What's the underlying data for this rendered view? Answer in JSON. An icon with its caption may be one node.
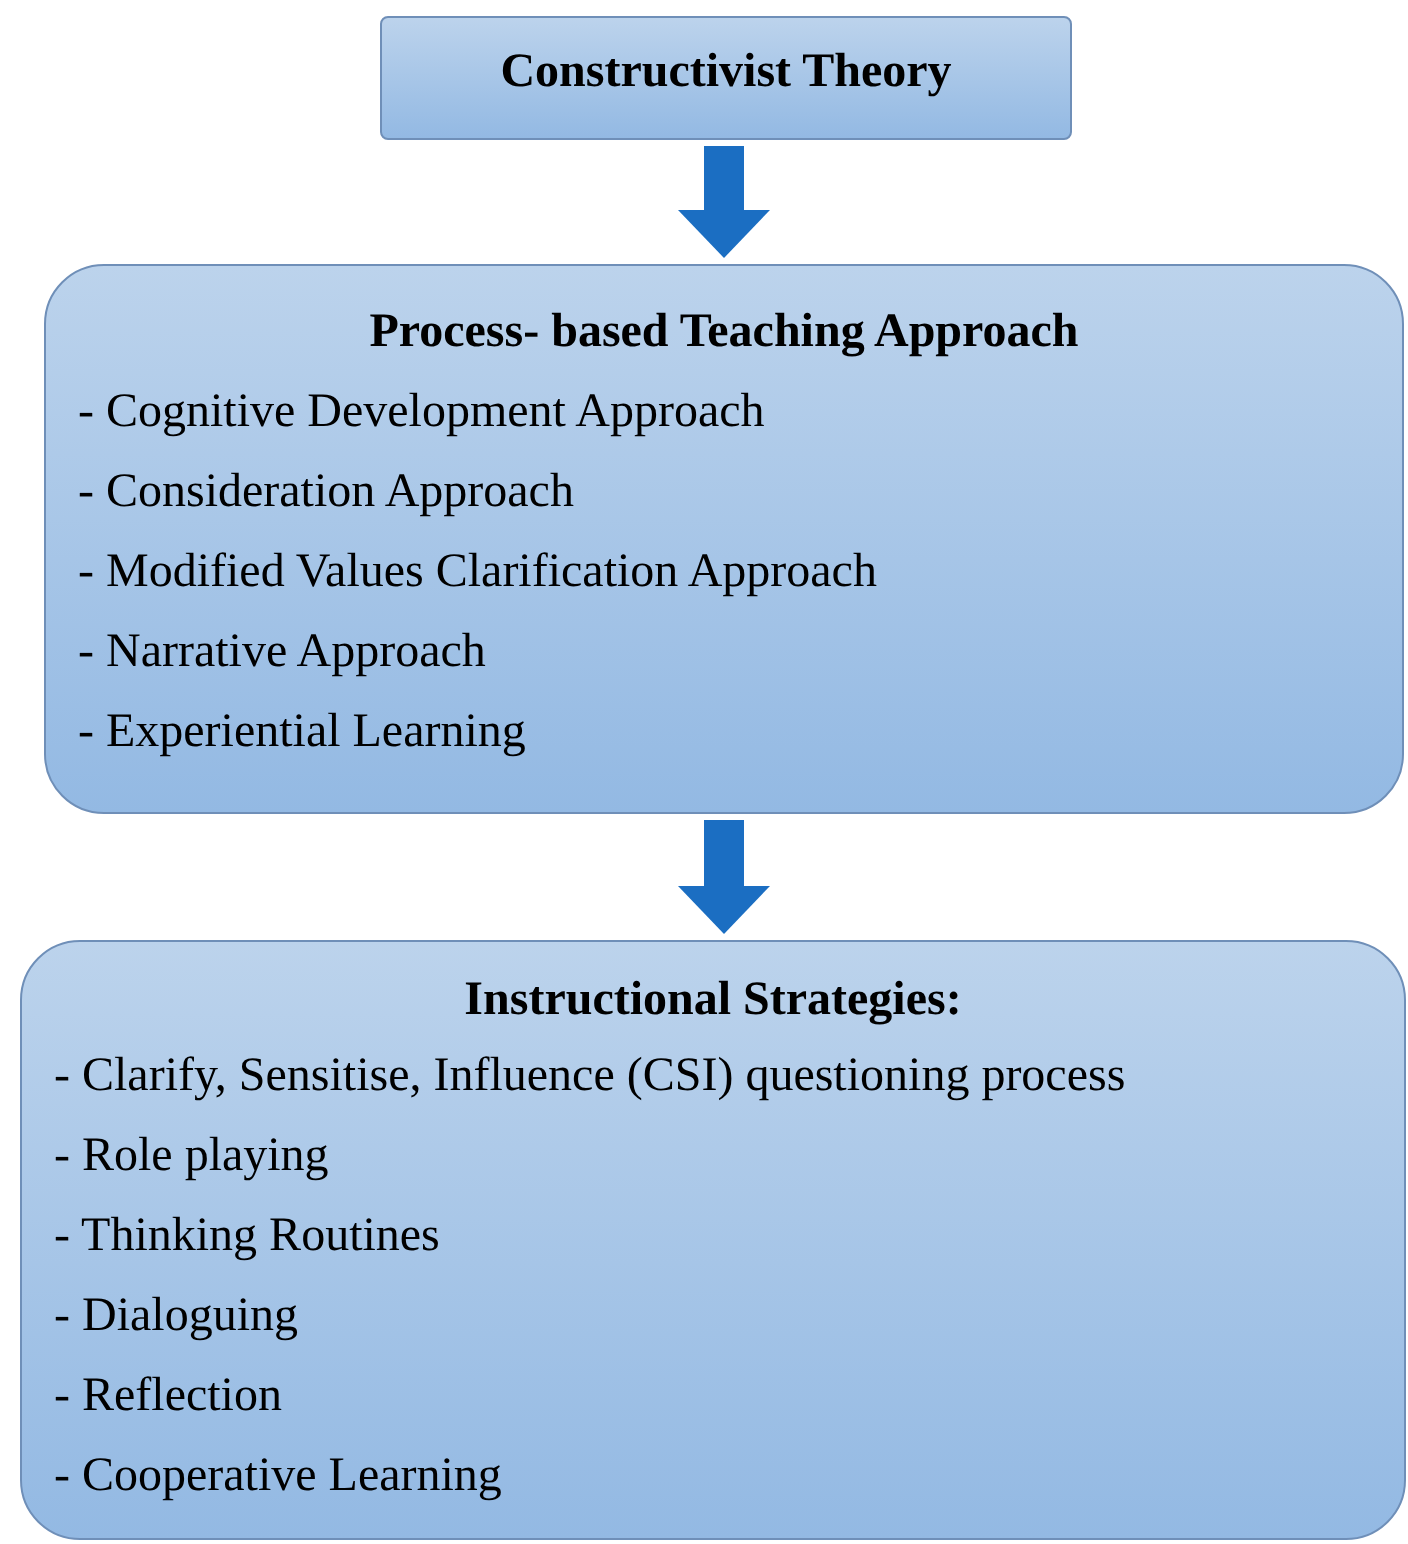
{
  "diagram": {
    "nodes": [
      {
        "text": [
          "Constructivist Theory"
        ]
      },
      {
        "text": [
          "Process- based Teaching Approach",
          "- Cognitive Development Approach",
          "- Consideration Approach",
          "- Modified Values Clarification Approach",
          "- Narrative Approach",
          "- Experiential Learning"
        ]
      },
      {
        "text": [
          "Instructional Strategies:",
          "- Clarify, Sensitise, Influence (CSI) questioning process",
          "- Role playing",
          "- Thinking Routines",
          "- Dialoguing",
          "- Reflection",
          "- Cooperative Learning"
        ]
      }
    ],
    "edges": [
      {
        "from": 0,
        "to": 1,
        "arrow": "to"
      },
      {
        "from": 1,
        "to": 2,
        "arrow": "to"
      }
    ]
  }
}
